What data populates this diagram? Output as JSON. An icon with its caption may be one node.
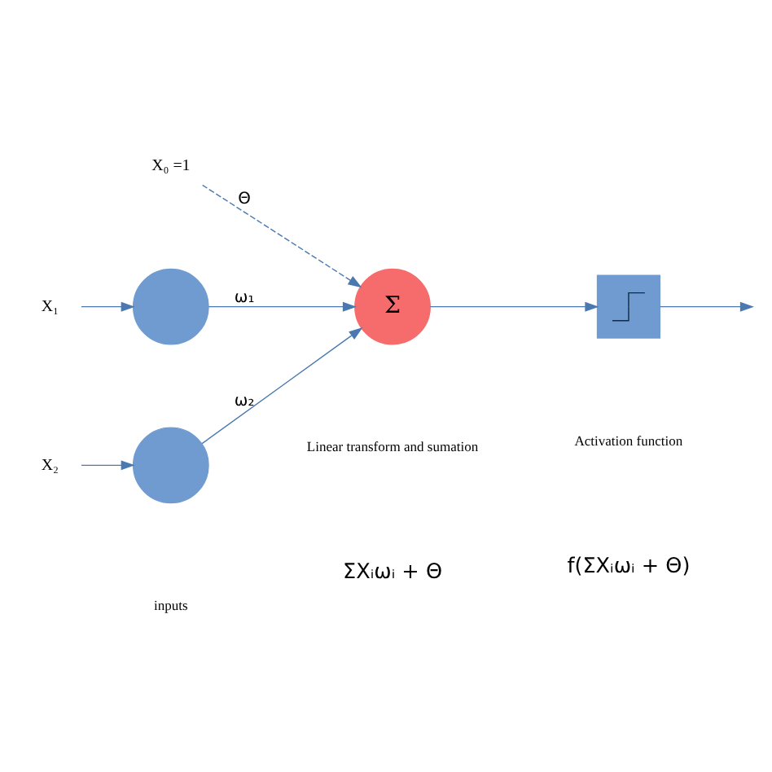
{
  "diagram": {
    "nodes": [
      {
        "text": [
          "X₀ =1"
        ]
      },
      {
        "text": [
          "X₁"
        ]
      },
      {
        "text": [],
        "shape": "circle"
      },
      {
        "text": [
          "X₂"
        ]
      },
      {
        "text": [],
        "shape": "circle"
      },
      {
        "text": [
          "Σ"
        ]
      },
      {
        "text": [],
        "shape": "box"
      }
    ],
    "edges": [
      {
        "from": 1,
        "to": 2,
        "arrow": "to"
      },
      {
        "from": 3,
        "to": 4,
        "arrow": "to"
      },
      {
        "from": 2,
        "to": 5,
        "arrow": "to",
        "label": "ω₁"
      },
      {
        "from": 4,
        "to": 5,
        "arrow": "to",
        "label": "ω₂"
      },
      {
        "from": 0,
        "to": 5,
        "arrow": "to",
        "label": "Θ",
        "style": "dashed"
      },
      {
        "from": 5,
        "to": 6,
        "arrow": "to"
      },
      {
        "from": 6,
        "to": null,
        "arrow": "to"
      }
    ],
    "labels": [
      "inputs",
      "Linear transform and sumation",
      "Activation function",
      "ΣXᵢωᵢ + Θ",
      "f(ΣXᵢωᵢ + Θ)"
    ]
  }
}
